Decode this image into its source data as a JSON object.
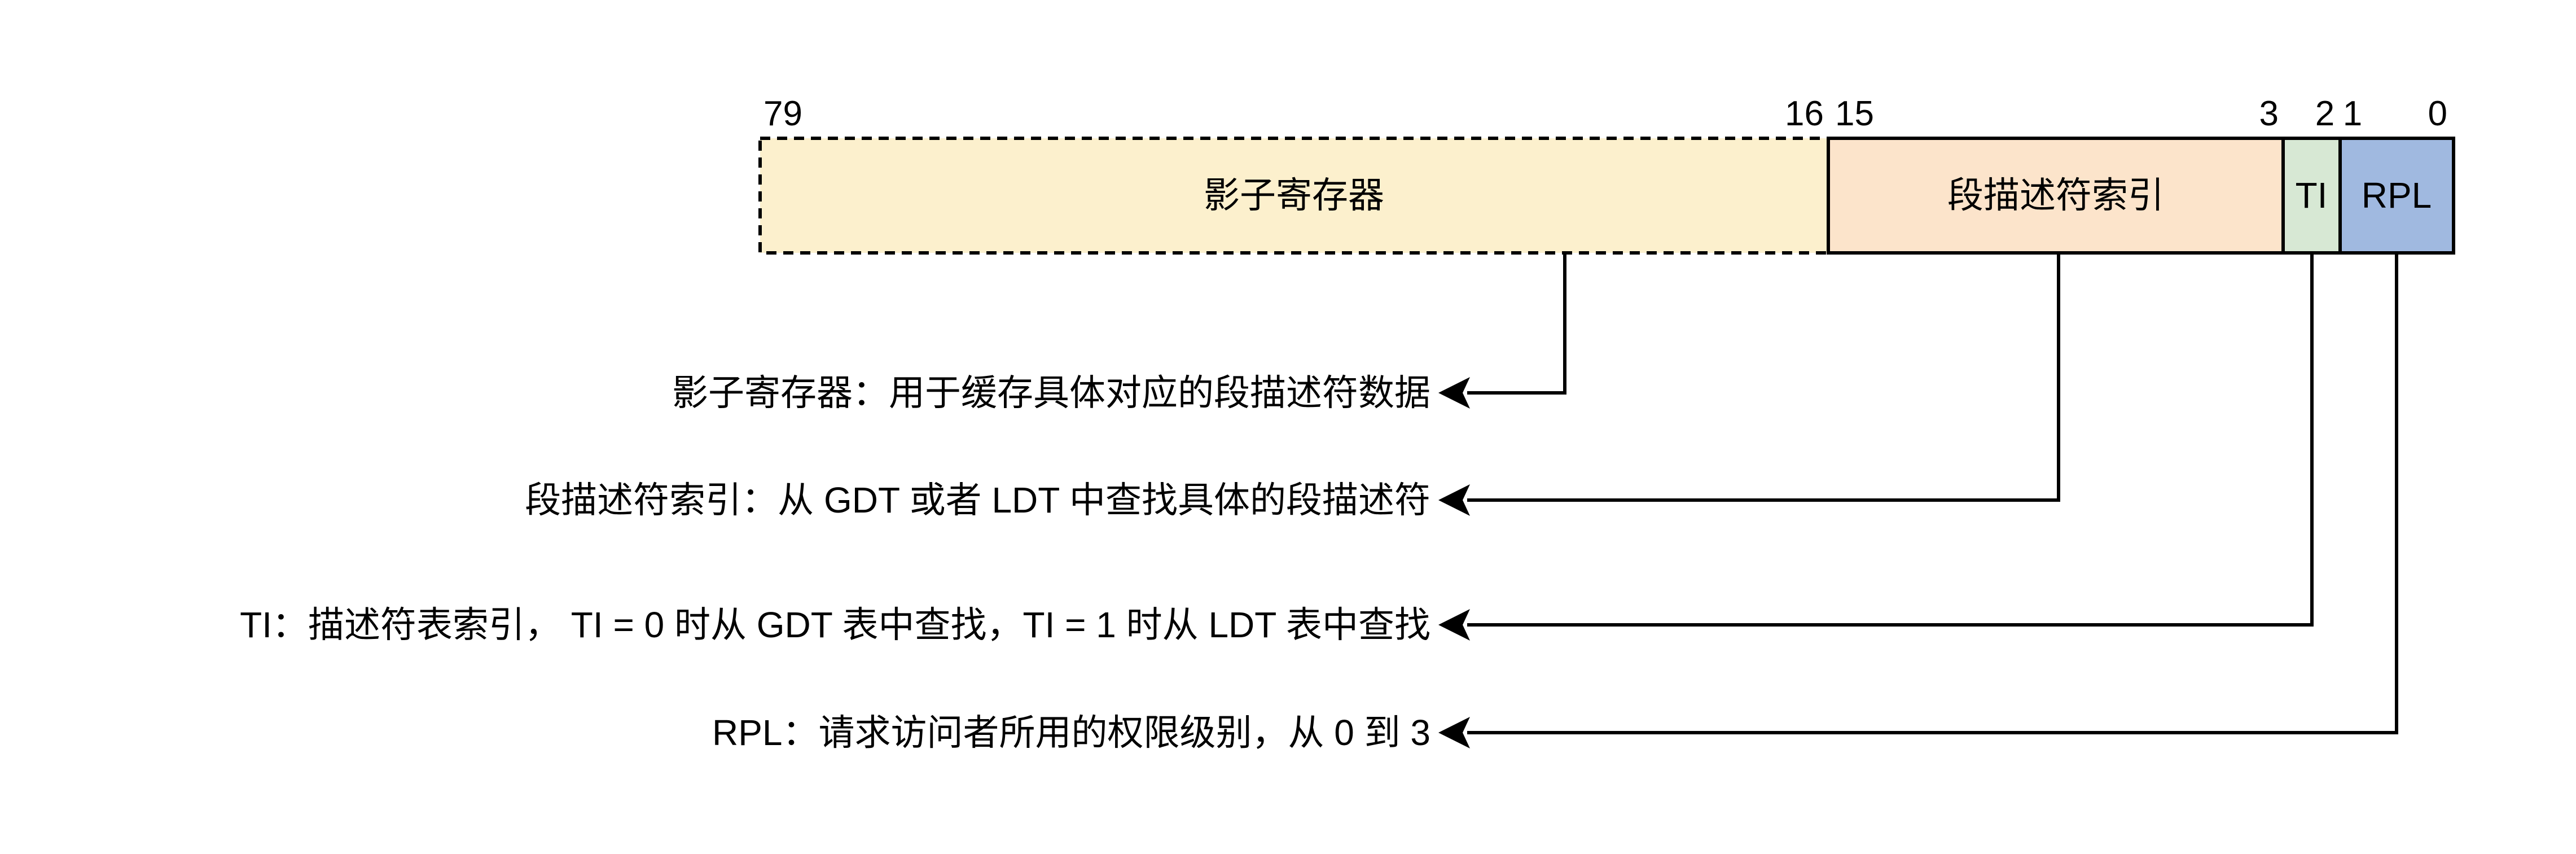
{
  "register": {
    "fields": [
      {
        "label": "影子寄存器",
        "bits": "79-16"
      },
      {
        "label": "段描述符索引",
        "bits": "15-3"
      },
      {
        "label": "TI",
        "bits": "2"
      },
      {
        "label": "RPL",
        "bits": "1-0"
      }
    ],
    "bit_labels": {
      "b79": "79",
      "b16": "16",
      "b15": "15",
      "b3": "3",
      "b2": "2",
      "b1": "1",
      "b0": "0"
    }
  },
  "annotations": [
    {
      "text": "影子寄存器：用于缓存具体对应的段描述符数据"
    },
    {
      "text": "段描述符索引：从 GDT 或者 LDT 中查找具体的段描述符"
    },
    {
      "text": "TI：描述符表索引， TI = 0 时从 GDT 表中查找，TI = 1 时从 LDT 表中查找"
    },
    {
      "text": "RPL：请求访问者所用的权限级别，从 0 到 3"
    }
  ],
  "colors": {
    "shadow_fill": "#FCF0CD",
    "index_fill": "#FCE4CB",
    "ti_fill": "#D7E8D4",
    "rpl_fill": "#A0B9E0",
    "stroke": "#000000",
    "background": "#FFFFFF"
  }
}
